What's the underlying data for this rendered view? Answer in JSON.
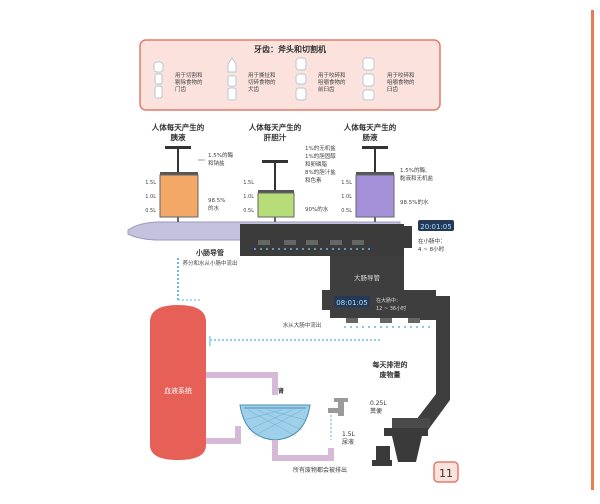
{
  "teeth": {
    "title": "牙齿：斧头和切割机",
    "items": [
      {
        "line1": "用于切割和",
        "line2": "剔除食物的",
        "line3": "门齿"
      },
      {
        "line1": "用于撕扯和",
        "line2": "切碎食物的",
        "line3": "犬齿"
      },
      {
        "line1": "用于咬碎和",
        "line2": "咀嚼食物的",
        "line3": "前臼齿"
      },
      {
        "line1": "用于咬碎和",
        "line2": "咀嚼食物的",
        "line3": "臼齿"
      }
    ]
  },
  "tanks": [
    {
      "heading1": "人体每天产生的",
      "heading2": "胰液",
      "note1": "1.5%的酶",
      "note2": "和钠盐",
      "water": "98.5%",
      "water_unit": "的水",
      "color": "#f0a05a"
    },
    {
      "heading1": "人体每天产生的",
      "heading2": "肝胆汁",
      "note1": "1%的无机盐",
      "note2": "1%的胆固醇",
      "note3": "和卵磷脂",
      "note4": "8%的胆汁盐",
      "note5": "和色素",
      "water": "90%的水",
      "color": "#a8d26a"
    },
    {
      "heading1": "人体每天产生的",
      "heading2": "肠液",
      "note1": "1.5%的酶、",
      "note2": "黏液和无机盐",
      "water": "98.5%的水",
      "color": "#a58fd6"
    }
  ],
  "scale": [
    "1.5L",
    "1.0L",
    "0.5L"
  ],
  "small_intestine": {
    "label": "小肠导管",
    "sub": "养分和水从小肠中流出",
    "clock": "20:01:05",
    "time1": "在小肠中：",
    "time2": "4 ~ 8小时"
  },
  "large_intestine": {
    "label": "大肠导管",
    "clock": "08:01:05",
    "time1": "在大肠中：",
    "time2": "12 ~ 36小时"
  },
  "water_out": "水从大肠中流出",
  "blood": "血液系统",
  "kidney": "肾",
  "daily_waste": {
    "line1": "每天排泄的",
    "line2": "废物量"
  },
  "feces": {
    "amount": "0.25L",
    "label": "粪便"
  },
  "urine": {
    "amount": "1.5L",
    "label": "尿液"
  },
  "footer": "所有废物都会被排出",
  "page_number": "11"
}
